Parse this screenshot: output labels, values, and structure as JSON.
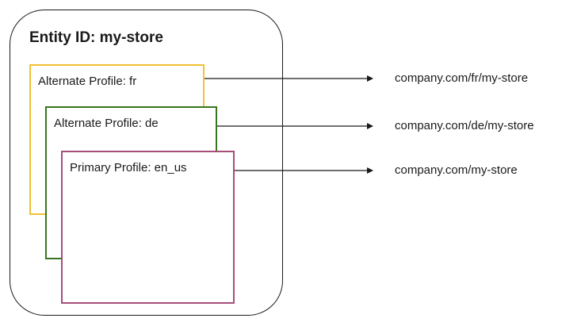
{
  "entity": {
    "title": "Entity ID: my-store"
  },
  "profiles": [
    {
      "label": "Alternate Profile: fr",
      "url": "company.com/fr/my-store",
      "border_color": "#f1c232"
    },
    {
      "label": "Alternate Profile: de",
      "url": "company.com/de/my-store",
      "border_color": "#38761d"
    },
    {
      "label": "Primary Profile: en_us",
      "url": "company.com/my-store",
      "border_color": "#a64d79"
    }
  ],
  "colors": {
    "outline": "#1a1a1a",
    "arrow": "#1a1a1a"
  }
}
